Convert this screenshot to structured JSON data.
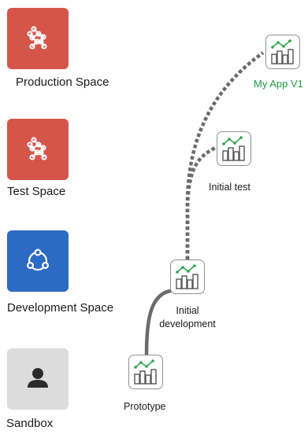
{
  "spaces": [
    {
      "label": "Production Space",
      "color": "#d6554b",
      "icon": "network-graph-icon"
    },
    {
      "label": "Test Space",
      "color": "#d6554b",
      "icon": "network-graph-icon"
    },
    {
      "label": "Development Space",
      "color": "#2c6bc4",
      "icon": "hub-circle-icon"
    },
    {
      "label": "Sandbox",
      "color": "#dcdcdc",
      "icon": "user-silhouette-icon"
    }
  ],
  "apps": [
    {
      "label": "My App V1",
      "label_color": "#1f9a45",
      "icon": "app-chart-icon"
    },
    {
      "label": "Initial test",
      "label_color": "#1a1a1a",
      "icon": "app-chart-icon"
    },
    {
      "label_line1": "Initial",
      "label_line2": "development",
      "label_color": "#1a1a1a",
      "icon": "app-chart-icon"
    },
    {
      "label": "Prototype",
      "label_color": "#1a1a1a",
      "icon": "app-chart-icon"
    }
  ],
  "colors": {
    "connector": "#6b6b6b",
    "chart_line": "#2da44e",
    "icon_stroke": "#555555"
  }
}
